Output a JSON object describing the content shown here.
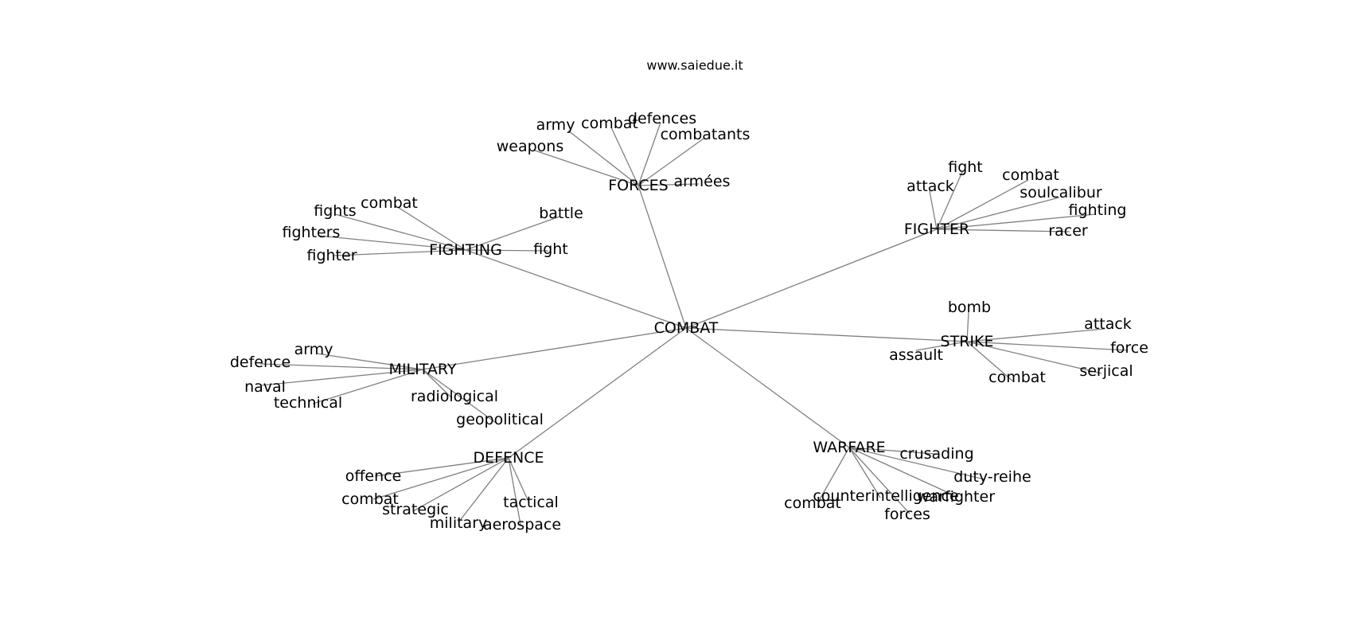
{
  "site": "www.saiedue.it",
  "graph": {
    "root": "COMBAT",
    "hubs": [
      {
        "id": "forces",
        "label": "FORCES",
        "leaves": [
          "army",
          "combat",
          "defences",
          "combatants",
          "weapons",
          "armées"
        ]
      },
      {
        "id": "fighter",
        "label": "FIGHTER",
        "leaves": [
          "fight",
          "attack",
          "combat",
          "soulcalibur",
          "fighting",
          "racer"
        ]
      },
      {
        "id": "fighting",
        "label": "FIGHTING",
        "leaves": [
          "combat",
          "fights",
          "battle",
          "fighters",
          "fight",
          "fighter"
        ]
      },
      {
        "id": "strike",
        "label": "STRIKE",
        "leaves": [
          "bomb",
          "attack",
          "force",
          "assault",
          "serjical",
          "combat"
        ]
      },
      {
        "id": "military",
        "label": "MILITARY",
        "leaves": [
          "army",
          "defence",
          "naval",
          "technical",
          "radiological",
          "geopolitical"
        ]
      },
      {
        "id": "warfare",
        "label": "WARFARE",
        "leaves": [
          "crusading",
          "duty-reihe",
          "counterintelligence",
          "warfighter",
          "combat",
          "forces"
        ]
      },
      {
        "id": "defence",
        "label": "DEFENCE",
        "leaves": [
          "offence",
          "combat",
          "strategic",
          "military",
          "tactical",
          "aerospace"
        ]
      }
    ]
  }
}
